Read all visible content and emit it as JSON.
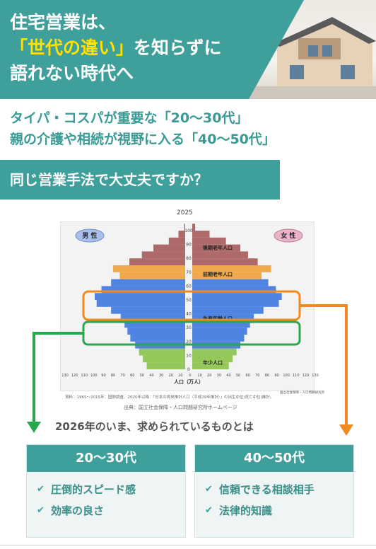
{
  "hero": {
    "line1": "住宅営業は、",
    "line2_emph": "「世代の違い」",
    "line2_rest": "を知らずに",
    "line3": "語れない時代へ"
  },
  "sub": {
    "line1": "タイパ・コスパが重要な「20〜30代」",
    "line2": "親の介護や相続が視野に入る「40〜50代」"
  },
  "banner": {
    "text": "同じ営業手法で大丈夫ですか？"
  },
  "chart_data": {
    "type": "bar",
    "title": "2025",
    "xlabel": "人口（万人）",
    "ylabel": "",
    "legend": {
      "male": "男 性",
      "female": "女 性"
    },
    "annotations": [
      "後期老年人口",
      "前期老年人口",
      "生産年齢人口",
      "年少人口"
    ],
    "age_ticks": [
      "0",
      "10",
      "20",
      "30",
      "40",
      "50",
      "60",
      "70",
      "80",
      "90",
      "100"
    ],
    "x_ticks": [
      "130",
      "120",
      "110",
      "100",
      "90",
      "80",
      "70",
      "60",
      "50",
      "40",
      "30",
      "20",
      "10",
      "0",
      "10",
      "20",
      "30",
      "40",
      "50",
      "60",
      "70",
      "80",
      "90",
      "100",
      "110",
      "120",
      "130"
    ],
    "xlim": [
      -130,
      130
    ],
    "ylim": [
      0,
      105
    ],
    "series": [
      {
        "name": "男 性",
        "ages": [
          0,
          5,
          10,
          15,
          20,
          25,
          30,
          35,
          40,
          45,
          50,
          55,
          60,
          65,
          70,
          75,
          80,
          85,
          90,
          95,
          100
        ],
        "values": [
          40,
          44,
          48,
          52,
          57,
          60,
          63,
          67,
          77,
          92,
          94,
          87,
          77,
          68,
          75,
          58,
          45,
          33,
          17,
          7,
          1
        ]
      },
      {
        "name": "女 性",
        "ages": [
          0,
          5,
          10,
          15,
          20,
          25,
          30,
          35,
          40,
          45,
          50,
          55,
          60,
          65,
          70,
          75,
          80,
          85,
          90,
          95,
          100
        ],
        "values": [
          38,
          42,
          46,
          50,
          54,
          57,
          60,
          64,
          74,
          90,
          93,
          87,
          79,
          72,
          82,
          68,
          58,
          50,
          35,
          18,
          3
        ]
      }
    ],
    "notes": "資料：1965〜2015年：国勢調査、2020年以降：「日本の将来推計人口（平成29年推計）」の出生中位(死亡中位)推計。",
    "publisher": "国立社会保障・人口問題研究所",
    "source": "出典：国立社会保障・人口問題研究所ホームページ"
  },
  "now_text": "2026年のいま、求められているものとは",
  "cards": [
    {
      "title": "20〜30代",
      "items": [
        "圧倒的スピード感",
        "効率の良さ"
      ]
    },
    {
      "title": "40〜50代",
      "items": [
        "信頼できる相談相手",
        "法律的知識"
      ]
    }
  ],
  "colors": {
    "teal": "#3f9f9a",
    "yellow": "#ffe200",
    "orange": "#f08a1e",
    "green": "#28a84c"
  },
  "icons": {
    "check": "check-icon"
  }
}
